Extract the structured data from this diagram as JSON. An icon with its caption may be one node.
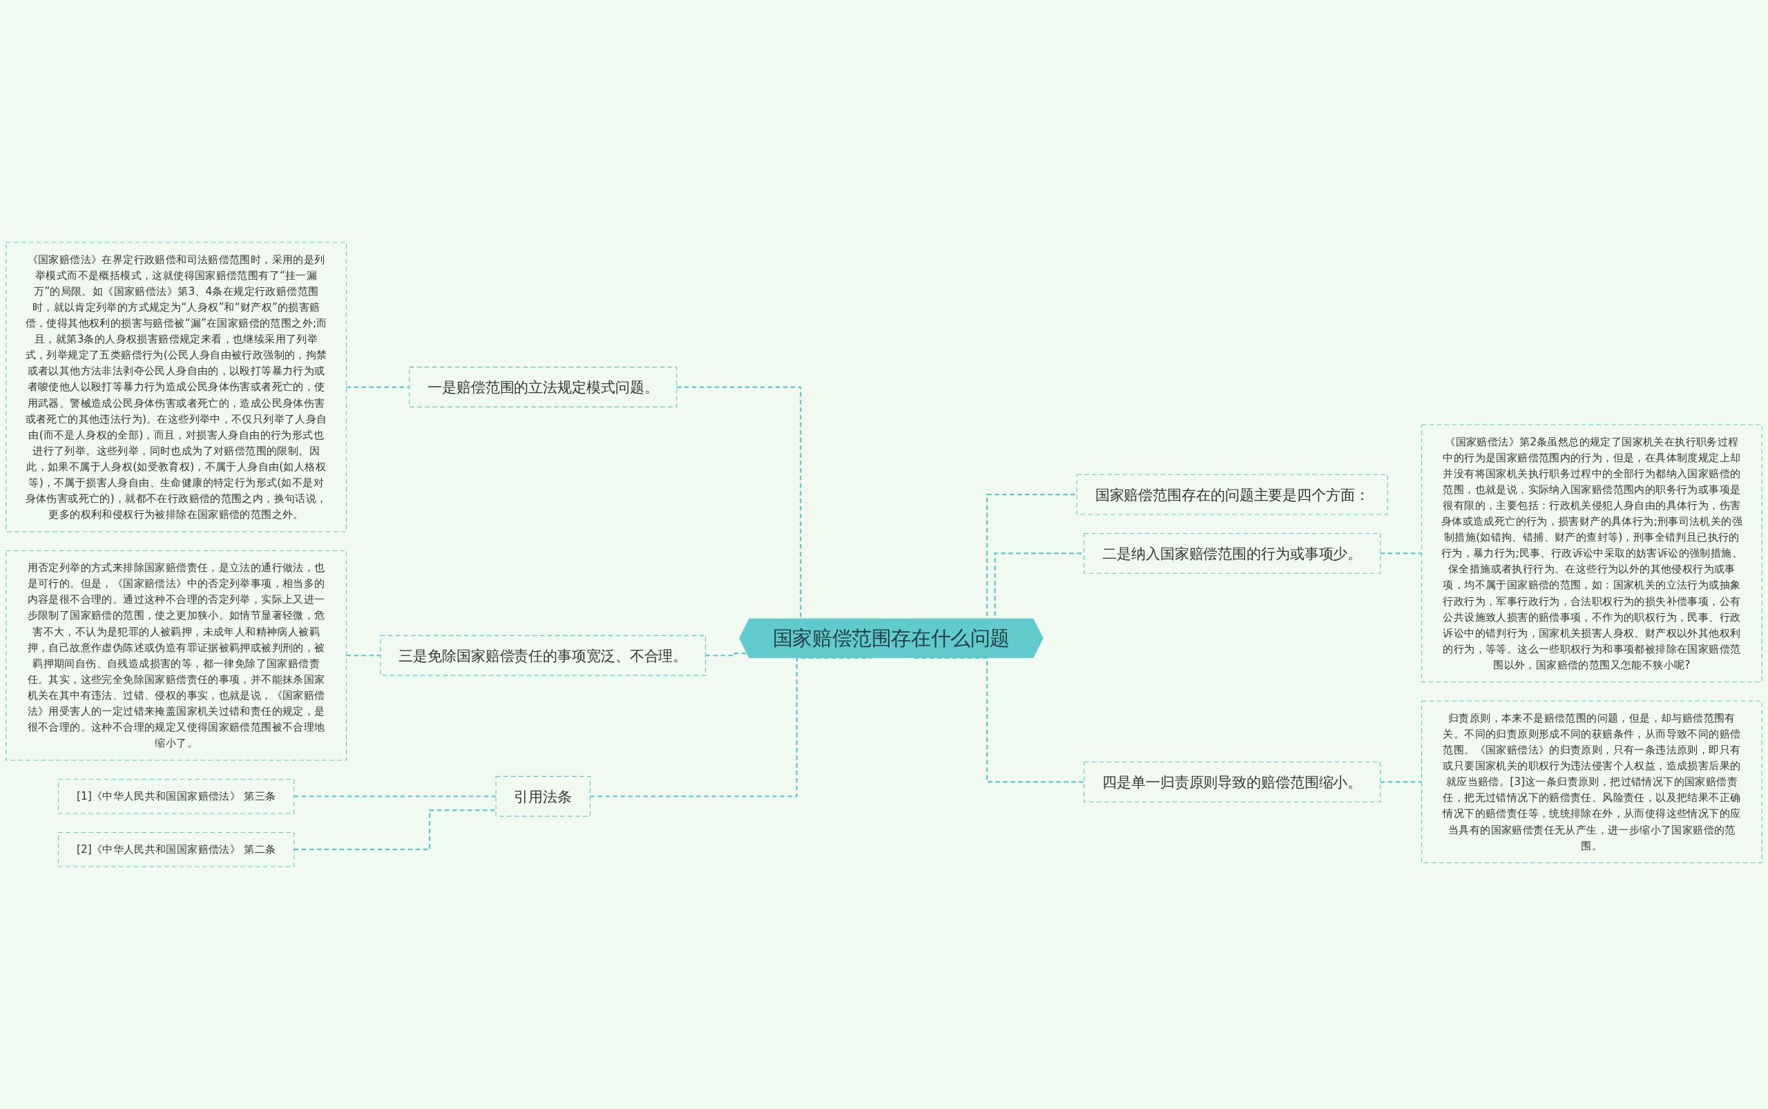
{
  "diagram": {
    "nodes": [
      {
        "text": [
          "国家赔偿范围存在什么问题"
        ]
      },
      {
        "text": [
          "一是赔偿范围的立法规定模式问题。"
        ]
      },
      {
        "text": [
          "《国家赔偿法》在界定行政赔偿和司法赔偿范围时，采用的是列举模式而不是概括模式，这就使得国家赔偿范围有了“挂一漏万”的局限。如《国家赔偿法》第3、4条在规定行政赔偿范围时，就以肯定列举的方式规定为“人身权”和“财产权”的损害赔偿，使得其他权利的损害与赔偿被“漏”在国家赔偿的范围之外;而且，就第3条的人身权损害赔偿规定来看，也继续采用了列举式，列举规定了五类赔偿行为(公民人身自由被行政强制的，拘禁或者以其他方法非法剥夺公民人身自由的，以殴打等暴力行为或者唆使他人以殴打等暴力行为造成公民身体伤害或者死亡的，使用武器、警械造成公民身体伤害或者死亡的，造成公民身体伤害或者死亡的其他违法行为)。在这些列举中，不仅只列举了人身自由(而不是人身权的全部)，而且，对损害人身自由的行为形式也进行了列举。这些列举，同时也成为了对赔偿范围的限制。因此，如果不属于人身权(如受教育权)，不属于人身自由(如人格权等)，不属于损害人身自由、生命健康的特定行为形式(如不是对身体伤害或死亡的)，就都不在行政赔偿的范围之内，换句话说，更多的权利和侵权行为被排除在国家赔偿的范围之外。"
        ]
      },
      {
        "text": [
          "三是免除国家赔偿责任的事项宽泛、不合理。"
        ]
      },
      {
        "text": [
          "用否定列举的方式来排除国家赔偿责任，是立法的通行做法，也是可行的。但是，《国家赔偿法》中的否定列举事项，相当多的内容是很不合理的。通过这种不合理的否定列举，实际上又进一步限制了国家赔偿的范围，使之更加狭小。如情节显著轻微，危害不大，不认为是犯罪的人被羁押，未成年人和精神病人被羁押，自己故意作虚伪陈述或伪造有罪证据被羁押或被判刑的，被羁押期间自伤、自残造成损害的等，都一律免除了国家赔偿责任。其实，这些完全免除国家赔偿责任的事项，并不能抹杀国家机关在其中有违法、过错、侵权的事实，也就是说，《国家赔偿法》用受害人的一定过错来掩盖国家机关过错和责任的规定，是很不合理的。这种不合理的规定又使得国家赔偿范围被不合理地缩小了。"
        ]
      },
      {
        "text": [
          "引用法条"
        ]
      },
      {
        "text": [
          "[1]《中华人民共和国国家赔偿法》 第三条"
        ]
      },
      {
        "text": [
          "[2]《中华人民共和国国家赔偿法》 第二条"
        ]
      },
      {
        "text": [
          "国家赔偿范围存在的问题主要是四个方面："
        ]
      },
      {
        "text": [
          "二是纳入国家赔偿范围的行为或事项少。"
        ]
      },
      {
        "text": [
          "《国家赔偿法》第2条虽然总的规定了国家机关在执行职务过程中的行为是国家赔偿范围内的行为，但是，在具体制度规定上却并没有将国家机关执行职务过程中的全部行为都纳入国家赔偿的范围，也就是说，实际纳入国家赔偿范围内的职务行为或事项是很有限的，主要包括：行政机关侵犯人身自由的具体行为，伤害身体或造成死亡的行为，损害财产的具体行为;刑事司法机关的强制措施(如错拘、错捕、财产的查封等)，刑事全错判且已执行的行为，暴力行为;民事、行政诉讼中采取的妨害诉讼的强制措施、保全措施或者执行行为。在这些行为以外的其他侵权行为或事项，均不属于国家赔偿的范围，如：国家机关的立法行为或抽象行政行为，军事行政行为，合法职权行为的损失补偿事项，公有公共设施致人损害的赔偿事项，不作为的职权行为，民事、行政诉讼中的错判行为，国家机关损害人身权、财产权以外其他权利的行为，等等。这么一些职权行为和事项都被排除在国家赔偿范围以外，国家赔偿的范围又怎能不狭小呢?"
        ]
      },
      {
        "text": [
          "四是单一归责原则导致的赔偿范围缩小。"
        ]
      },
      {
        "text": [
          "归责原则，本来不是赔偿范围的问题，但是，却与赔偿范围有关。不同的归责原则形成不同的获赔条件，从而导致不同的赔偿范围。《国家赔偿法》的归责原则，只有一条违法原则，即只有或只要国家机关的职权行为违法侵害个人权益，造成损害后果的就应当赔偿。[3]这一条归责原则，把过错情况下的国家赔偿责任，把无过错情况下的赔偿责任、风险责任，以及把结果不正确情况下的赔偿责任等，统统排除在外，从而使得这些情况下的应当具有的国家赔偿责任无从产生，进一步缩小了国家赔偿的范围。"
        ]
      }
    ],
    "edges": [
      {
        "from": 0,
        "to": 1,
        "arrow": "none",
        "style": "dashed"
      },
      {
        "from": 1,
        "to": 2,
        "arrow": "none",
        "style": "dashed"
      },
      {
        "from": 0,
        "to": 3,
        "arrow": "none",
        "style": "dashed"
      },
      {
        "from": 3,
        "to": 4,
        "arrow": "none",
        "style": "dashed"
      },
      {
        "from": 0,
        "to": 5,
        "arrow": "none",
        "style": "dashed"
      },
      {
        "from": 5,
        "to": 6,
        "arrow": "none",
        "style": "dashed"
      },
      {
        "from": 5,
        "to": 7,
        "arrow": "none",
        "style": "dashed"
      },
      {
        "from": 0,
        "to": 8,
        "arrow": "none",
        "style": "dashed"
      },
      {
        "from": 0,
        "to": 9,
        "arrow": "none",
        "style": "dashed"
      },
      {
        "from": 9,
        "to": 10,
        "arrow": "none",
        "style": "dashed"
      },
      {
        "from": 0,
        "to": 11,
        "arrow": "none",
        "style": "dashed"
      },
      {
        "from": 11,
        "to": 12,
        "arrow": "none",
        "style": "dashed"
      }
    ]
  }
}
